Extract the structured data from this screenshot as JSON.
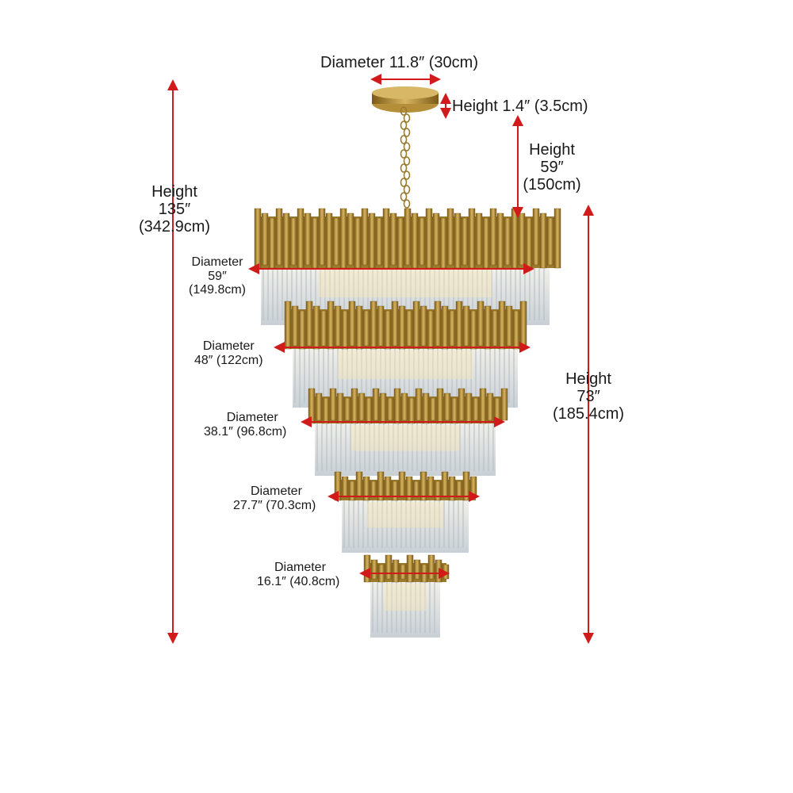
{
  "colors": {
    "gold_dark": "#8a6a1e",
    "gold": "#c9a24a",
    "gold_light": "#e6cd86",
    "crystal": "#dfe5ea",
    "crystal_shadow": "#a9b2ba",
    "arrow": "#d11a1a",
    "text": "#1a1a1a"
  },
  "canopy": {
    "diameter_label": "Diameter 11.8″ (30cm)",
    "height_label": "Height  1.4″ (3.5cm)"
  },
  "chain": {
    "height_title": "Height",
    "height_in": "59″",
    "height_cm": "(150cm)"
  },
  "overall": {
    "title": "Height",
    "in": "135″",
    "cm": "(342.9cm)"
  },
  "body": {
    "title": "Height",
    "in": "73″",
    "cm": "(185.4cm)"
  },
  "tiers": [
    {
      "title": "Diameter",
      "line2": "59″",
      "line3": "(149.8cm)"
    },
    {
      "title": "Diameter",
      "line2": "48″ (122cm)"
    },
    {
      "title": "Diameter",
      "line2": "38.1″ (96.8cm)"
    },
    {
      "title": "Diameter",
      "line2": "27.7″ (70.3cm)"
    },
    {
      "title": "Diameter",
      "line2": "16.1″ (40.8cm)"
    }
  ]
}
